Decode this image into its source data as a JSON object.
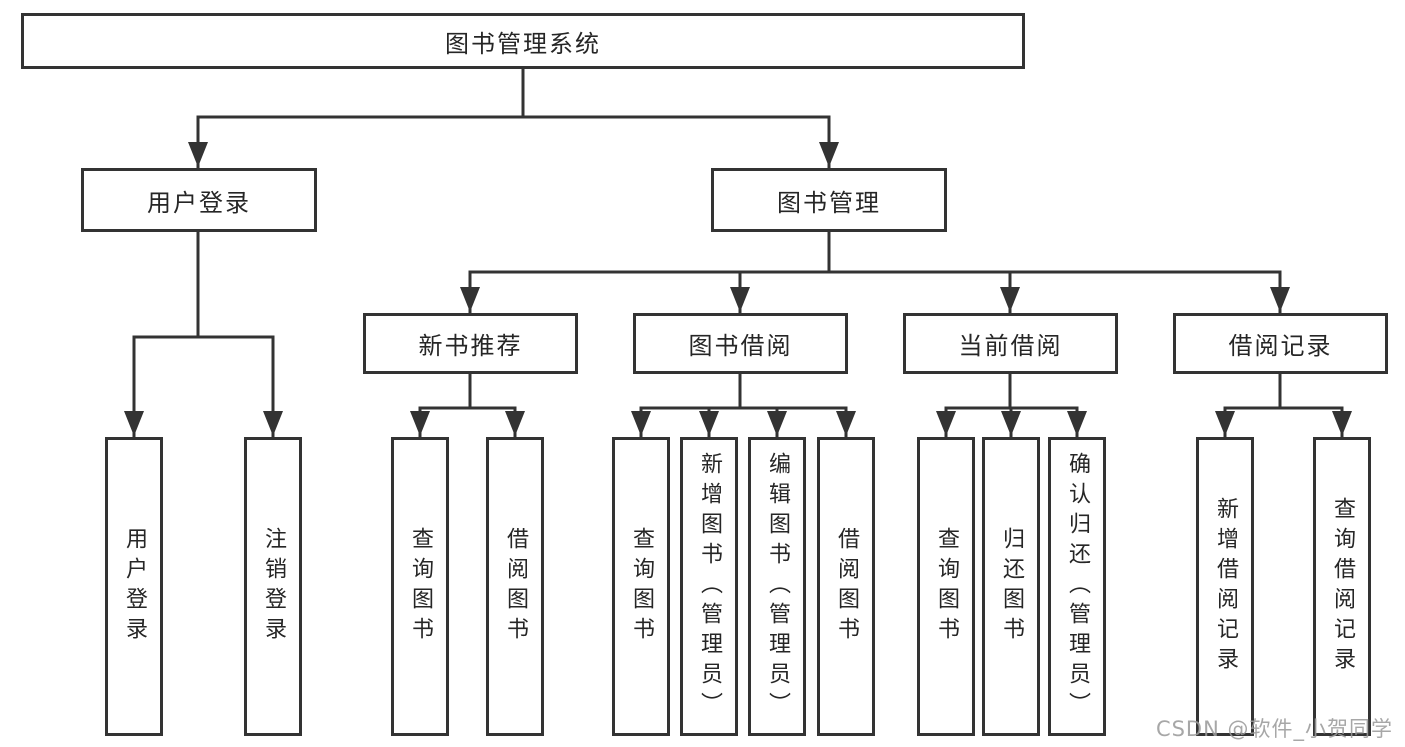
{
  "tree": {
    "root": "图书管理系统",
    "branches": [
      {
        "label": "用户登录",
        "children": [
          "用户登录",
          "注销登录"
        ]
      },
      {
        "label": "图书管理",
        "groups": [
          {
            "label": "新书推荐",
            "children": [
              "查询图书",
              "借阅图书"
            ]
          },
          {
            "label": "图书借阅",
            "children": [
              "查询图书",
              "新增图书（管理员）",
              "编辑图书（管理员）",
              "借阅图书"
            ]
          },
          {
            "label": "当前借阅",
            "children": [
              "查询图书",
              "归还图书",
              "确认归还（管理员）"
            ]
          },
          {
            "label": "借阅记录",
            "children": [
              "新增借阅记录",
              "查询借阅记录"
            ]
          }
        ]
      }
    ]
  },
  "watermark": "CSDN @软件_小贺同学",
  "colors": {
    "line": "#333333",
    "text": "#262626",
    "watermark": "#9b9b9b",
    "background": "#ffffff"
  }
}
